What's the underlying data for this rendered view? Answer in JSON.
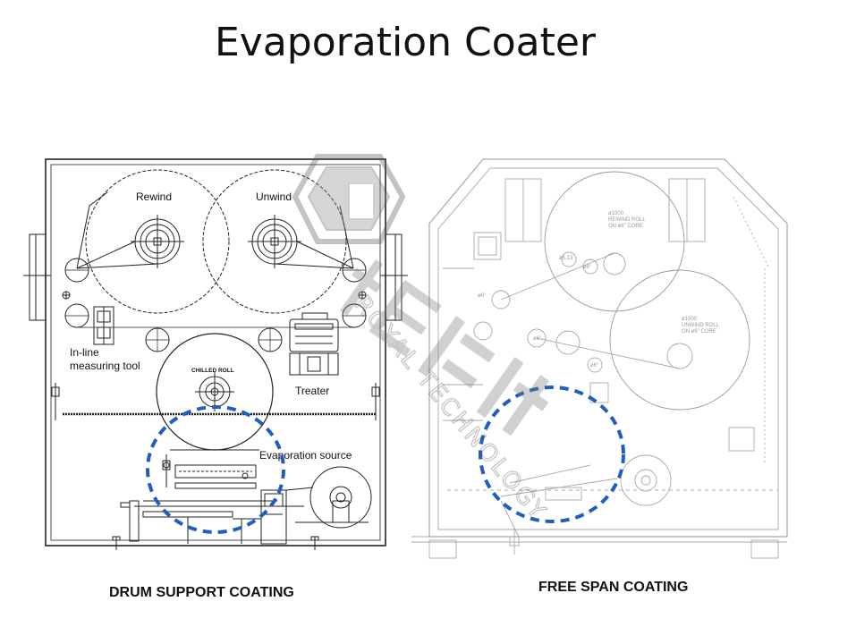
{
  "slide": {
    "title": "Evaporation Coater"
  },
  "left_diagram": {
    "labels": {
      "rewind": "Rewind",
      "unwind": "Unwind",
      "inline_1": "In-line",
      "inline_2": "measuring tool",
      "chilled": "CHILLED ROLL",
      "treater": "Treater",
      "evap": "Evaporation source"
    },
    "caption": "DRUM SUPPORT COATING"
  },
  "right_diagram": {
    "labels": {
      "rewind_1": "ø1000",
      "rewind_2": "REWIND ROLL",
      "rewind_3": "ON ø6\" CORE",
      "unwind_1": "ø1000",
      "unwind_2": "UNWIND ROLL",
      "unwind_3": "ON ø6\" CORE",
      "d6a": "ø6\"",
      "d6b": "ø6\"",
      "d6c": "ø6\"",
      "d6d": "ø6\"",
      "d513": "ø5.13"
    },
    "caption": "FREE SPAN COATING"
  },
  "watermark": {
    "text": "ROYAL TECHNOLOGY"
  },
  "colors": {
    "highlight": "#1f5fbf",
    "line": "#222222",
    "faint": "#b8b8b8"
  }
}
